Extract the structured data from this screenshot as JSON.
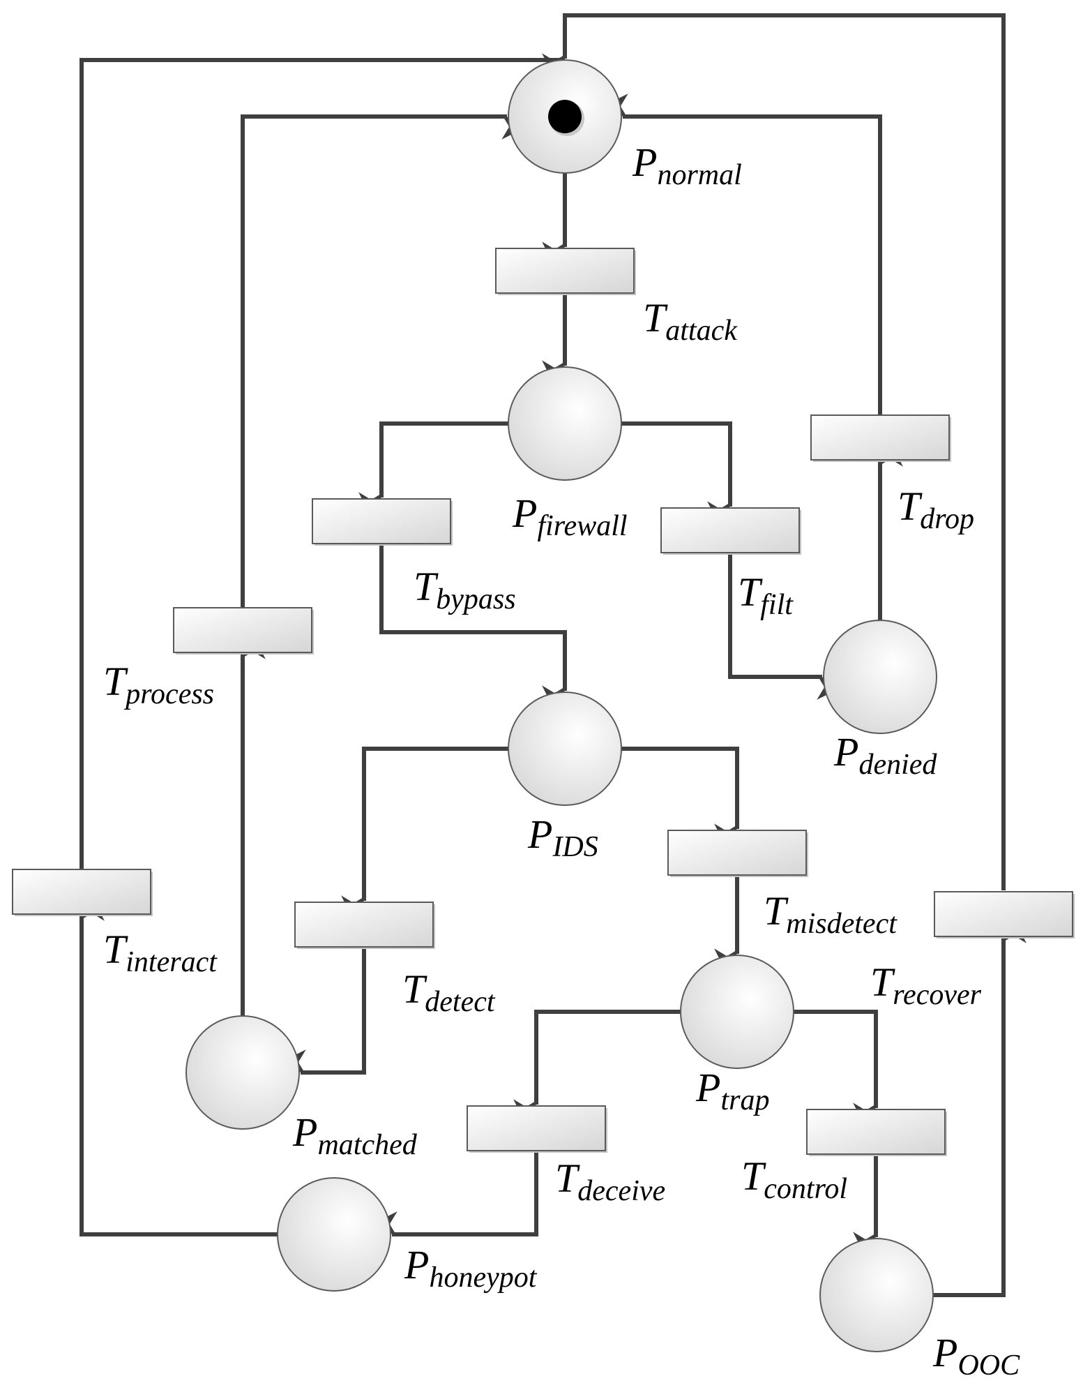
{
  "colors": {
    "arc": "#3f3f3f",
    "node_outline": "#5a5a5a",
    "node_fill_light": "#ffffff",
    "node_fill_dark": "#d9d9d9",
    "token": "#000000",
    "text": "#000000"
  },
  "places": [
    {
      "id": "normal",
      "main": "P",
      "sub": "normal",
      "token": true
    },
    {
      "id": "firewall",
      "main": "P",
      "sub": "firewall",
      "token": false
    },
    {
      "id": "denied",
      "main": "P",
      "sub": "denied",
      "token": false
    },
    {
      "id": "ids",
      "main": "P",
      "sub": "IDS",
      "token": false
    },
    {
      "id": "trap",
      "main": "P",
      "sub": "trap",
      "token": false
    },
    {
      "id": "matched",
      "main": "P",
      "sub": "matched",
      "token": false
    },
    {
      "id": "honeypot",
      "main": "P",
      "sub": "honeypot",
      "token": false
    },
    {
      "id": "ooc",
      "main": "P",
      "sub": "OOC",
      "token": false
    }
  ],
  "transitions": [
    {
      "id": "attack",
      "main": "T",
      "sub": "attack"
    },
    {
      "id": "bypass",
      "main": "T",
      "sub": "bypass"
    },
    {
      "id": "filt",
      "main": "T",
      "sub": "filt"
    },
    {
      "id": "drop",
      "main": "T",
      "sub": "drop"
    },
    {
      "id": "process",
      "main": "T",
      "sub": "process"
    },
    {
      "id": "misdetect",
      "main": "T",
      "sub": "misdetect"
    },
    {
      "id": "detect",
      "main": "T",
      "sub": "detect"
    },
    {
      "id": "interact",
      "main": "T",
      "sub": "interact"
    },
    {
      "id": "recover",
      "main": "T",
      "sub": "recover"
    },
    {
      "id": "deceive",
      "main": "T",
      "sub": "deceive"
    },
    {
      "id": "control",
      "main": "T",
      "sub": "control"
    }
  ],
  "arcs": [
    {
      "from": "normal",
      "to": "attack"
    },
    {
      "from": "attack",
      "to": "firewall"
    },
    {
      "from": "firewall",
      "to": "bypass"
    },
    {
      "from": "firewall",
      "to": "filt"
    },
    {
      "from": "bypass",
      "to": "ids"
    },
    {
      "from": "filt",
      "to": "denied"
    },
    {
      "from": "denied",
      "to": "drop"
    },
    {
      "from": "drop",
      "to": "normal"
    },
    {
      "from": "ids",
      "to": "detect"
    },
    {
      "from": "ids",
      "to": "misdetect"
    },
    {
      "from": "detect",
      "to": "matched"
    },
    {
      "from": "misdetect",
      "to": "trap"
    },
    {
      "from": "matched",
      "to": "process"
    },
    {
      "from": "process",
      "to": "normal"
    },
    {
      "from": "trap",
      "to": "deceive"
    },
    {
      "from": "trap",
      "to": "control"
    },
    {
      "from": "deceive",
      "to": "honeypot"
    },
    {
      "from": "honeypot",
      "to": "interact"
    },
    {
      "from": "interact",
      "to": "normal"
    },
    {
      "from": "control",
      "to": "ooc"
    },
    {
      "from": "ooc",
      "to": "recover"
    },
    {
      "from": "recover",
      "to": "normal"
    }
  ]
}
